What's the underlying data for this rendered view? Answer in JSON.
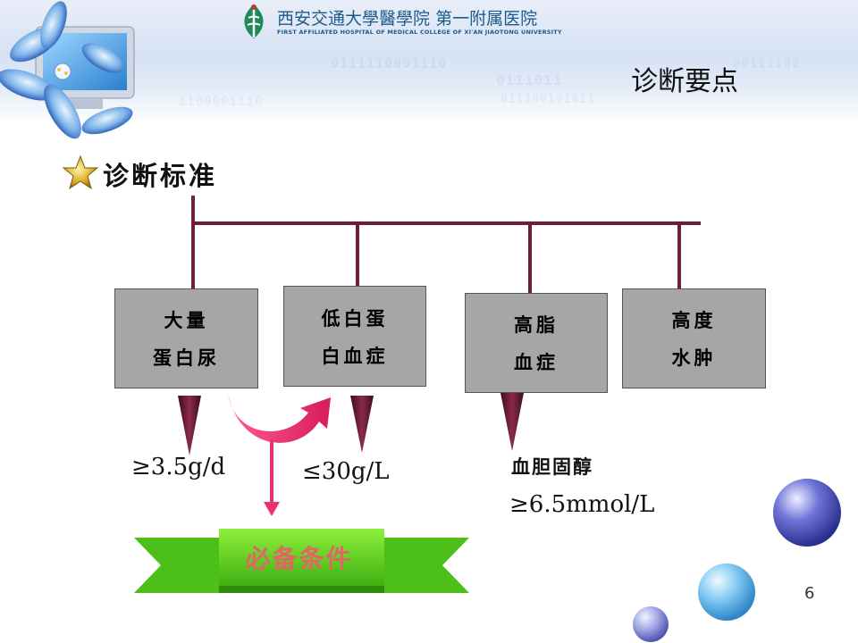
{
  "header": {
    "university_cn": "西安交通大學醫學院",
    "hospital_cn": "第一附属医院",
    "hospital_en": "FIRST AFFILIATED HOSPITAL OF MEDICAL COLLEGE OF XI'AN JIAOTONG UNIVERSITY",
    "binary_row1": "0111110001110",
    "binary_row2": "0111011",
    "binary_row3": "00111100",
    "binary_row4": "1100001110",
    "binary_row5": "011100101011"
  },
  "slide": {
    "section_title": "诊断要点",
    "subtitle": "诊断标准",
    "page_number": "6"
  },
  "criteria": [
    {
      "line1": "大量",
      "line2": "蛋白尿"
    },
    {
      "line1": "低白蛋",
      "line2": "白血症"
    },
    {
      "line1": "高脂",
      "line2": "血症"
    },
    {
      "line1": "高度",
      "line2": "水肿"
    }
  ],
  "values": {
    "proteinuria": "≥3.5g/d",
    "albumin": "≤30g/L",
    "cholesterol_label": "血胆固醇",
    "cholesterol_value": "≥6.5mmol/L"
  },
  "ribbon": {
    "label": "必备条件"
  },
  "colors": {
    "connector": "#6b1f3c",
    "ribbon_green": "#5fd020",
    "arrow_magenta": "#e8336e",
    "box_gray": "#a6a6a6"
  }
}
